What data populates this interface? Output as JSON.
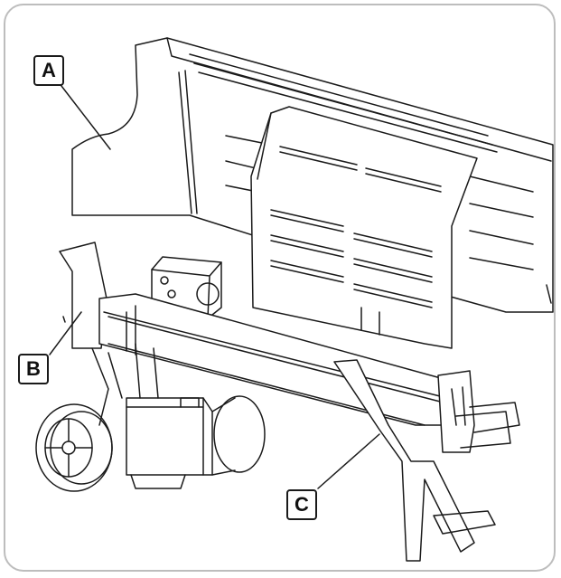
{
  "diagram": {
    "callouts": [
      {
        "id": "A",
        "label": "A"
      },
      {
        "id": "B",
        "label": "B"
      },
      {
        "id": "C",
        "label": "C"
      }
    ],
    "colors": {
      "line": "#1a1a1a",
      "frame": "#bdbdbd",
      "background": "#ffffff"
    }
  }
}
